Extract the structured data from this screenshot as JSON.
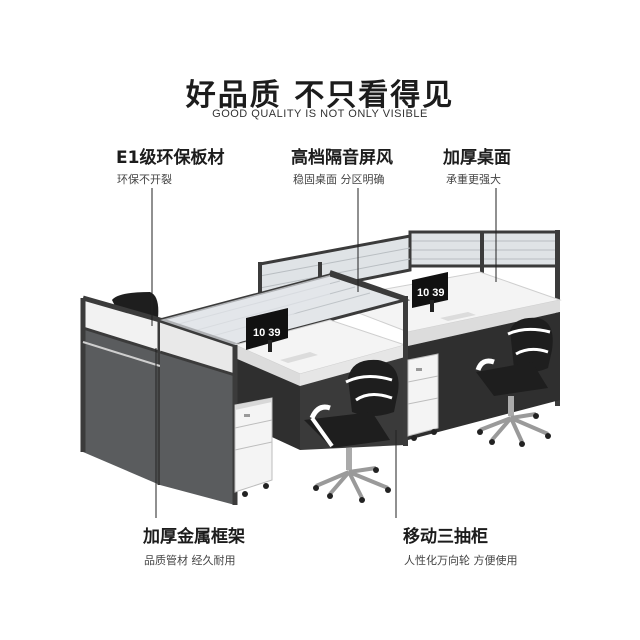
{
  "heading": {
    "title": "好品质 不只看得见",
    "subtitle": "GOOD QUALITY IS NOT ONLY VISIBLE"
  },
  "features": [
    {
      "title": "E1级环保板材",
      "desc": "环保不开裂"
    },
    {
      "title": "高档隔音屏风",
      "desc": "稳固桌面 分区明确"
    },
    {
      "title": "加厚桌面",
      "desc": "承重更强大"
    },
    {
      "title": "加厚金属框架",
      "desc": "品质管材 经久耐用"
    },
    {
      "title": "移动三抽柜",
      "desc": "人性化万向轮 方便使用"
    }
  ],
  "monitors": [
    {
      "text": "10 39"
    },
    {
      "text": "10 39"
    }
  ],
  "colors": {
    "frame": "#3b3b3b",
    "panel": "#5a5c5e",
    "desktop": "#f4f4f4",
    "glass": "#d9dde0",
    "chair": "#1e1e1e",
    "leader": "#222222"
  }
}
